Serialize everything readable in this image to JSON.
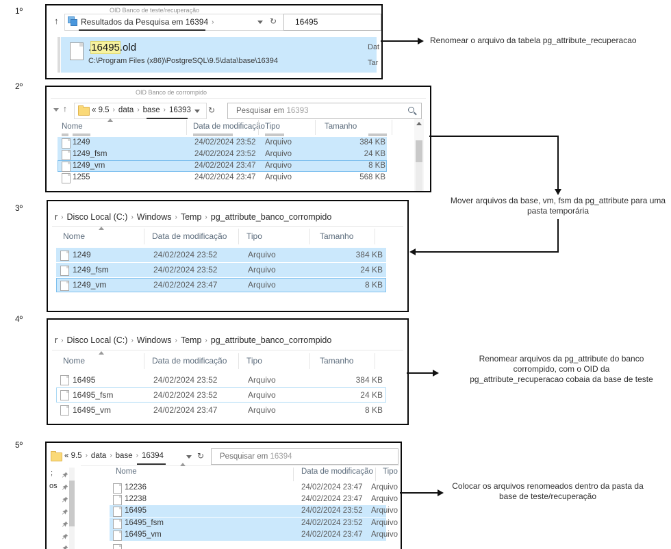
{
  "glyphs": {
    "chevron": "›",
    "up_arrow": "↑",
    "refresh": "↻"
  },
  "step_labels": [
    "1º",
    "2º",
    "3º",
    "4º",
    "5º"
  ],
  "panel1": {
    "window_title": "OID Banco de teste/recuperação",
    "breadcrumb": "Resultados da Pesquisa em 16394",
    "search_value": "16495",
    "file_dot": ".",
    "file_match": "16495",
    "file_ext": ".old",
    "file_path": "C:\\Program Files (x86)\\PostgreSQL\\9.5\\data\\base\\16394",
    "truncated_date_label": "Dat",
    "truncated_size_label": "Tar"
  },
  "panel2": {
    "window_title": "OID Banco de corrompido",
    "crumbs": [
      "« 9.5",
      "data",
      "base",
      "16393"
    ],
    "search_prefix": "Pesquisar em ",
    "search_term": "16393",
    "columns": [
      "Nome",
      "Data de modificação",
      "Tipo",
      "Tamanho"
    ],
    "rows": [
      {
        "name": "1249",
        "date": "24/02/2024 23:52",
        "type": "Arquivo",
        "size": "384 KB"
      },
      {
        "name": "1249_fsm",
        "date": "24/02/2024 23:52",
        "type": "Arquivo",
        "size": "24 KB"
      },
      {
        "name": "1249_vm",
        "date": "24/02/2024 23:47",
        "type": "Arquivo",
        "size": "8 KB"
      },
      {
        "name": "1255",
        "date": "24/02/2024 23:47",
        "type": "Arquivo",
        "size": "568 KB"
      }
    ]
  },
  "panel3": {
    "crumbs": [
      "r",
      "Disco Local (C:)",
      "Windows",
      "Temp",
      "pg_attribute_banco_corrompido"
    ],
    "columns": [
      "Nome",
      "Data de modificação",
      "Tipo",
      "Tamanho"
    ],
    "rows": [
      {
        "name": "1249",
        "date": "24/02/2024 23:52",
        "type": "Arquivo",
        "size": "384 KB"
      },
      {
        "name": "1249_fsm",
        "date": "24/02/2024 23:52",
        "type": "Arquivo",
        "size": "24 KB"
      },
      {
        "name": "1249_vm",
        "date": "24/02/2024 23:47",
        "type": "Arquivo",
        "size": "8 KB"
      }
    ]
  },
  "panel4": {
    "crumbs": [
      "r",
      "Disco Local (C:)",
      "Windows",
      "Temp",
      "pg_attribute_banco_corrompido"
    ],
    "columns": [
      "Nome",
      "Data de modificação",
      "Tipo",
      "Tamanho"
    ],
    "rows": [
      {
        "name": "16495",
        "date": "24/02/2024 23:52",
        "type": "Arquivo",
        "size": "384 KB"
      },
      {
        "name": "16495_fsm",
        "date": "24/02/2024 23:52",
        "type": "Arquivo",
        "size": "24 KB"
      },
      {
        "name": "16495_vm",
        "date": "24/02/2024 23:47",
        "type": "Arquivo",
        "size": "8 KB"
      }
    ]
  },
  "panel5": {
    "crumbs": [
      "« 9.5",
      "data",
      "base",
      "16394"
    ],
    "search_prefix": "Pesquisar em ",
    "search_term": "16394",
    "sidebar_items": [
      ";",
      "os"
    ],
    "columns": [
      "Nome",
      "Data de modificação",
      "Tipo"
    ],
    "rows": [
      {
        "name": "12236",
        "date": "24/02/2024 23:47",
        "type": "Arquivo"
      },
      {
        "name": "12238",
        "date": "24/02/2024 23:47",
        "type": "Arquivo"
      },
      {
        "name": "16495",
        "date": "24/02/2024 23:52",
        "type": "Arquivo"
      },
      {
        "name": "16495_fsm",
        "date": "24/02/2024 23:52",
        "type": "Arquivo"
      },
      {
        "name": "16495_vm",
        "date": "24/02/2024 23:47",
        "type": "Arquivo"
      }
    ]
  },
  "annotations": {
    "rename_test": [
      "Renomear o arquivo da tabela pg_attribute_recuperacao"
    ],
    "move_temp": [
      "Mover arquivos da base, vm, fsm da pg_attribute para uma",
      "pasta temporária"
    ],
    "rename_corrupted": [
      "Renomear arquivos da pg_attribute do banco",
      "corrompido, com o OID da",
      "pg_attribute_recuperacao cobaia da base de teste"
    ],
    "place_renamed": [
      "Colocar os arquivos renomeados dentro da pasta da",
      "base de teste/recuperação"
    ]
  }
}
